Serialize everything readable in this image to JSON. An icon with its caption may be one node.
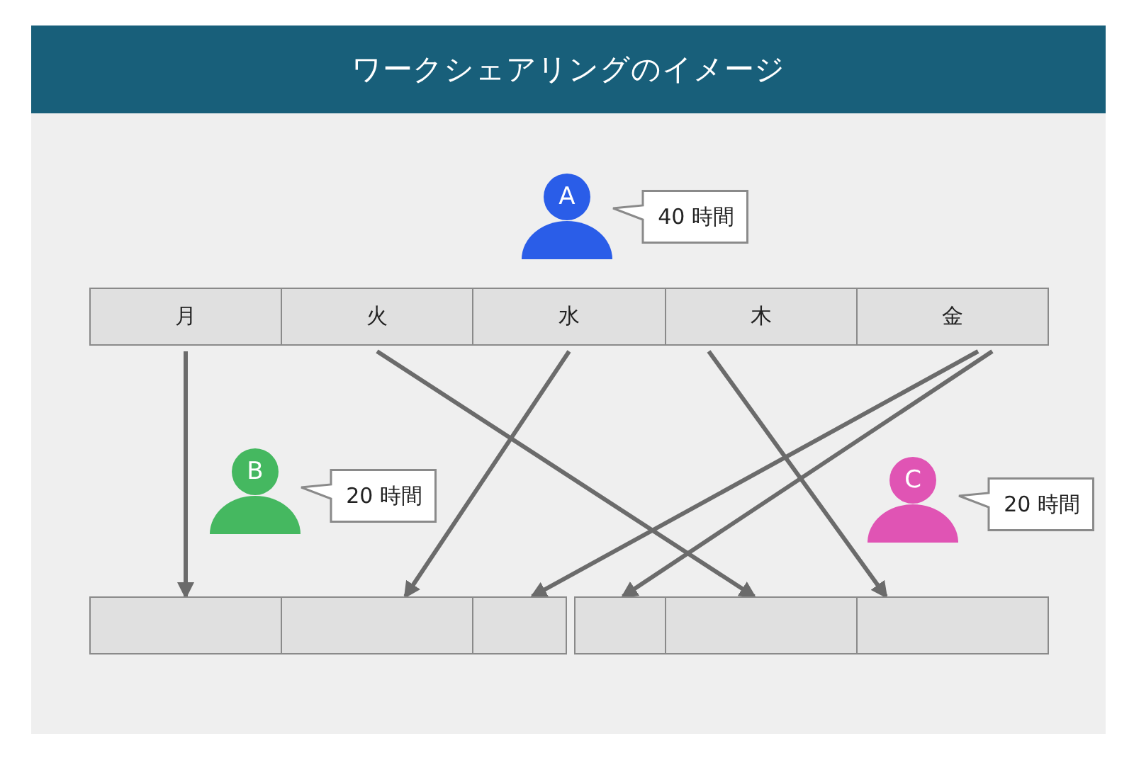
{
  "diagram": {
    "title": "ワークシェアリングのイメージ",
    "nodes": [
      {
        "text": [
          "A"
        ]
      },
      {
        "text": [
          "40 時間"
        ]
      },
      {
        "text": [
          "月"
        ]
      },
      {
        "text": [
          "火"
        ]
      },
      {
        "text": [
          "水"
        ]
      },
      {
        "text": [
          "木"
        ]
      },
      {
        "text": [
          "金"
        ]
      },
      {
        "text": [
          "B"
        ]
      },
      {
        "text": [
          "20 時間"
        ]
      },
      {
        "text": [
          "C"
        ]
      },
      {
        "text": [
          "20 時間"
        ]
      },
      {
        "text": [],
        "shape": "box"
      },
      {
        "text": [],
        "shape": "box"
      },
      {
        "text": [],
        "shape": "box"
      },
      {
        "text": [],
        "shape": "box"
      },
      {
        "text": [],
        "shape": "box"
      },
      {
        "text": [],
        "shape": "box"
      }
    ],
    "edges": [
      {
        "from": 2,
        "to": 11,
        "arrow": "to"
      },
      {
        "from": 3,
        "to": 15,
        "arrow": "to"
      },
      {
        "from": 4,
        "to": 12,
        "arrow": "to"
      },
      {
        "from": 5,
        "to": 16,
        "arrow": "to"
      },
      {
        "from": 6,
        "to": 13,
        "arrow": "to"
      },
      {
        "from": 6,
        "to": 14,
        "arrow": "to"
      }
    ]
  }
}
